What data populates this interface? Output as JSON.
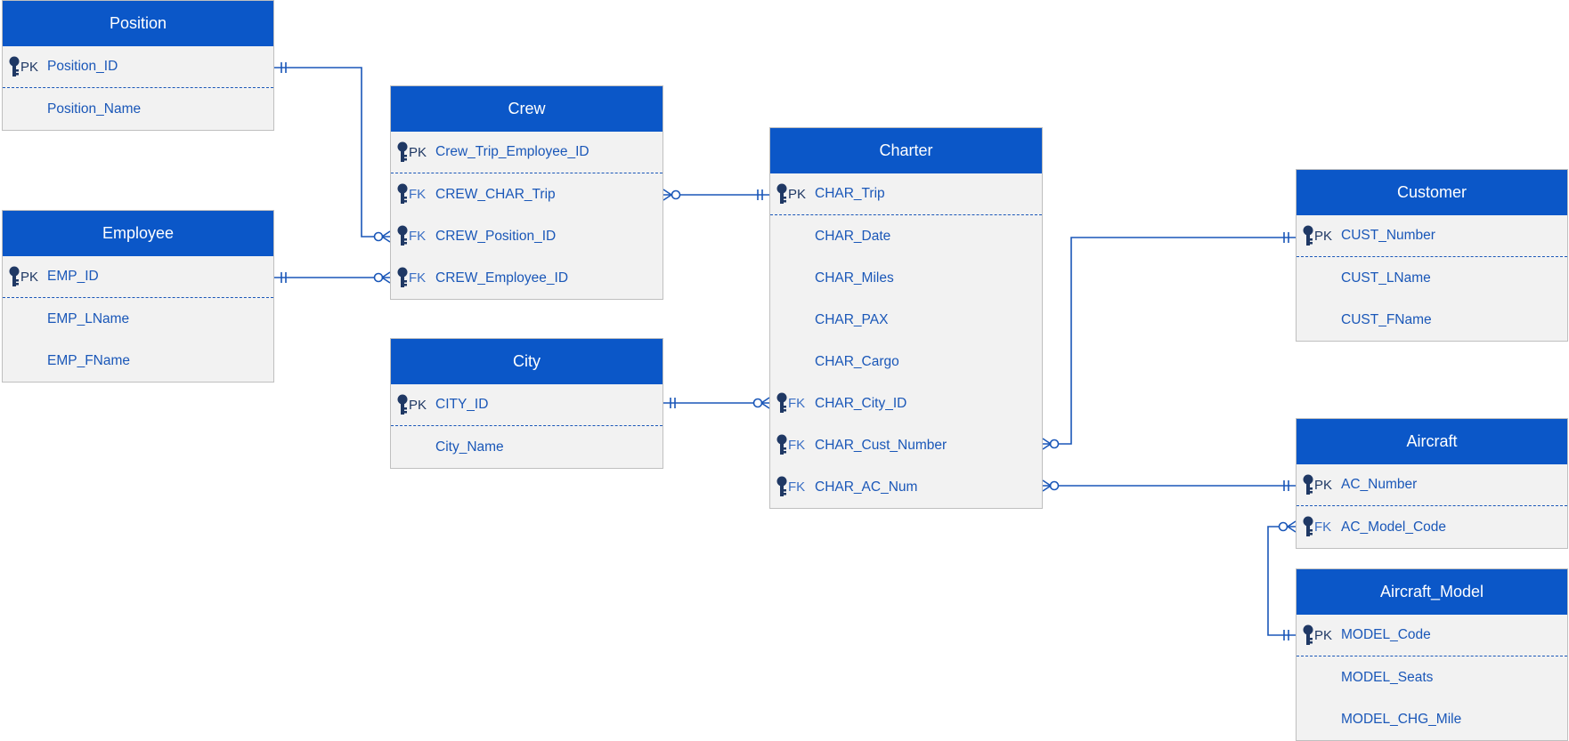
{
  "colors": {
    "header": "#0b57c8",
    "body": "#f2f2f2",
    "text": "#1a57b8",
    "line": "#1a57b8"
  },
  "entities": {
    "position": {
      "title": "Position",
      "pk_label": "PK",
      "attrs": [
        "Position_ID",
        "Position_Name"
      ]
    },
    "employee": {
      "title": "Employee",
      "pk_label": "PK",
      "attrs": [
        "EMP_ID",
        "EMP_LName",
        "EMP_FName"
      ]
    },
    "crew": {
      "title": "Crew",
      "pk_label": "PK",
      "fk_label": "FK",
      "attrs": [
        "Crew_Trip_Employee_ID",
        "CREW_CHAR_Trip",
        "CREW_Position_ID",
        "CREW_Employee_ID"
      ]
    },
    "city": {
      "title": "City",
      "pk_label": "PK",
      "attrs": [
        "CITY_ID",
        "City_Name"
      ]
    },
    "charter": {
      "title": "Charter",
      "pk_label": "PK",
      "fk_label": "FK",
      "attrs": [
        "CHAR_Trip",
        "CHAR_Date",
        "CHAR_Miles",
        "CHAR_PAX",
        "CHAR_Cargo",
        "CHAR_City_ID",
        "CHAR_Cust_Number",
        "CHAR_AC_Num"
      ]
    },
    "customer": {
      "title": "Customer",
      "pk_label": "PK",
      "attrs": [
        "CUST_Number",
        "CUST_LName",
        "CUST_FName"
      ]
    },
    "aircraft": {
      "title": "Aircraft",
      "pk_label": "PK",
      "fk_label": "FK",
      "attrs": [
        "AC_Number",
        "AC_Model_Code"
      ]
    },
    "aircraft_model": {
      "title": "Aircraft_Model",
      "pk_label": "PK",
      "attrs": [
        "MODEL_Code",
        "MODEL_Seats",
        "MODEL_CHG_Mile"
      ]
    }
  },
  "relationships": [
    {
      "from": "Position.Position_ID",
      "to": "Crew.CREW_Position_ID",
      "cardinality": "one-to-zero-or-many"
    },
    {
      "from": "Employee.EMP_ID",
      "to": "Crew.CREW_Employee_ID",
      "cardinality": "one-to-zero-or-many"
    },
    {
      "from": "Charter.CHAR_Trip",
      "to": "Crew.CREW_CHAR_Trip",
      "cardinality": "one-to-zero-or-many"
    },
    {
      "from": "City.CITY_ID",
      "to": "Charter.CHAR_City_ID",
      "cardinality": "one-to-zero-or-many"
    },
    {
      "from": "Customer.CUST_Number",
      "to": "Charter.CHAR_Cust_Number",
      "cardinality": "one-to-zero-or-many"
    },
    {
      "from": "Aircraft.AC_Number",
      "to": "Charter.CHAR_AC_Num",
      "cardinality": "one-to-zero-or-many"
    },
    {
      "from": "Aircraft_Model.MODEL_Code",
      "to": "Aircraft.AC_Model_Code",
      "cardinality": "one-to-zero-or-many"
    }
  ]
}
